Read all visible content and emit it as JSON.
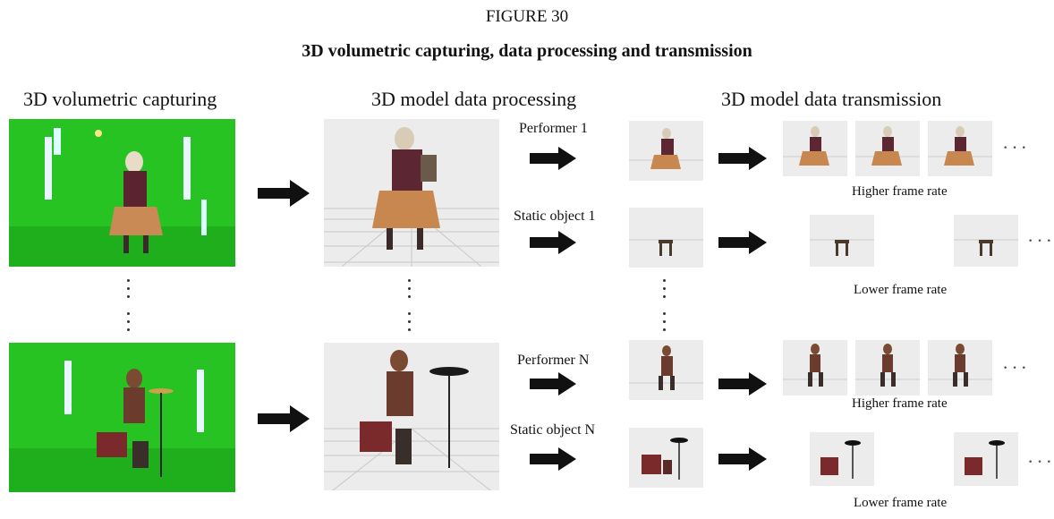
{
  "figure": {
    "number": "FIGURE 30",
    "title": "3D volumetric capturing, data processing and transmission"
  },
  "columns": {
    "capturing": "3D volumetric capturing",
    "processing": "3D model data processing",
    "transmission": "3D model data transmission"
  },
  "rows": [
    {
      "object": "Performer 1",
      "rate": "Higher frame rate"
    },
    {
      "object": "Static object 1",
      "rate": "Lower frame rate"
    },
    {
      "object": "Performer N",
      "rate": "Higher frame rate"
    },
    {
      "object": "Static object N",
      "rate": "Lower frame rate"
    }
  ],
  "ellipsis": "···",
  "colors": {
    "green_screen": "#22c21f",
    "arrow": "#111111",
    "grid_bg": "#e9e9e9"
  }
}
